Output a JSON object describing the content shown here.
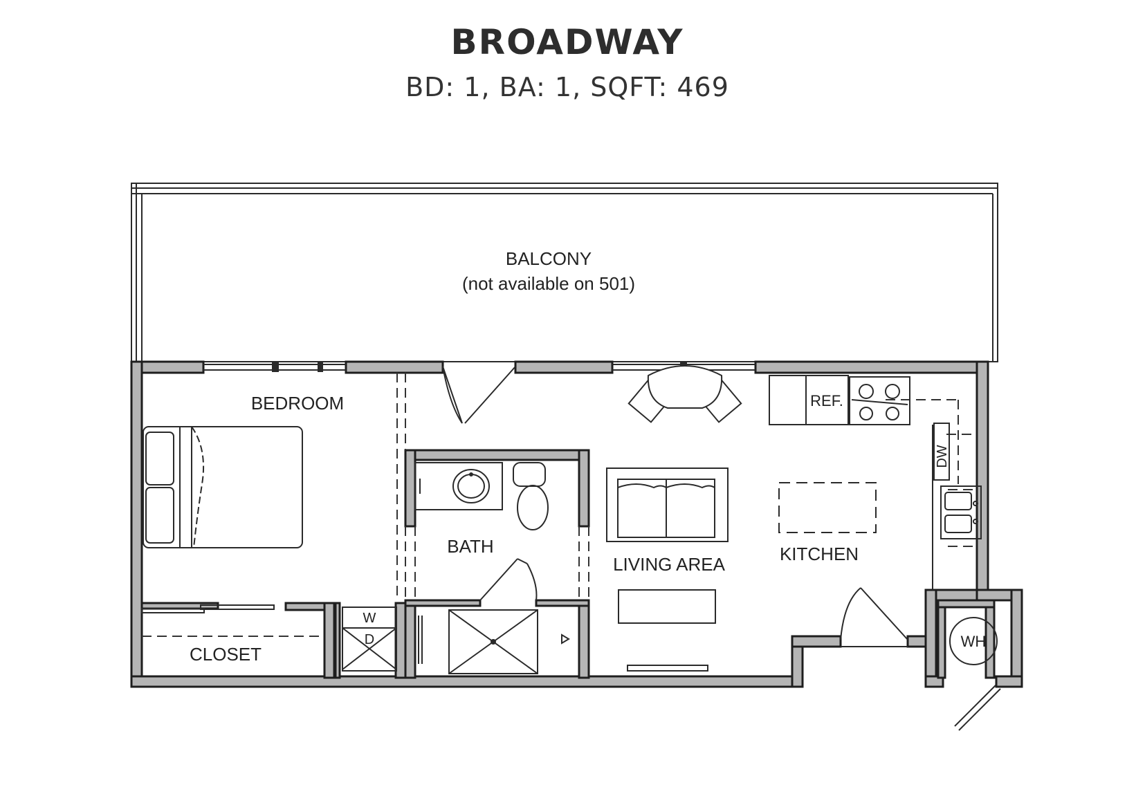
{
  "plan": {
    "name": "BROADWAY",
    "details": "BD: 1, BA: 1, SQFT: 469"
  },
  "rooms": {
    "balcony": "BALCONY",
    "balcony_note": "(not available on 501)",
    "bedroom": "BEDROOM",
    "bath": "BATH",
    "living_area": "LIVING AREA",
    "kitchen": "KITCHEN",
    "closet": "CLOSET"
  },
  "fixtures": {
    "refrigerator": "REF.",
    "dishwasher": "DW",
    "washer": "W",
    "dryer": "D",
    "water_heater": "WH"
  },
  "colors": {
    "wall": "#1e1e1e",
    "wall_fill": "#b5b5b5",
    "line": "#2a2a2a",
    "background": "#ffffff"
  }
}
